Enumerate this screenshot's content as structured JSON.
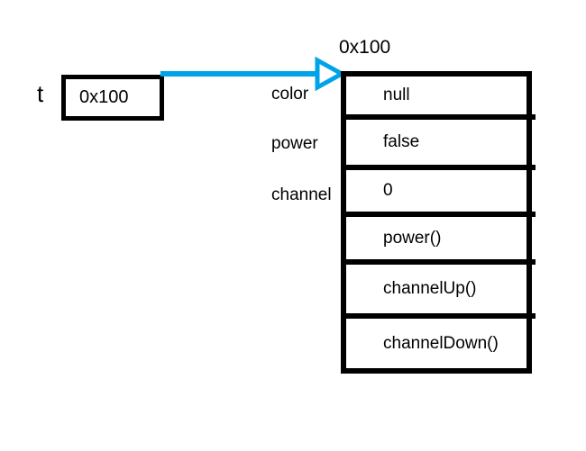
{
  "colors": {
    "ink": "#000000",
    "arrow": "#00A2E8",
    "background": "#ffffff"
  },
  "variable": {
    "name": "t",
    "value": "0x100"
  },
  "object": {
    "address_label": "0x100",
    "slots": [
      {
        "label": "color",
        "value": "null"
      },
      {
        "label": "power",
        "value": "false"
      },
      {
        "label": "channel",
        "value": "0"
      },
      {
        "label": "",
        "value": "power()"
      },
      {
        "label": "",
        "value": "channelUp()"
      },
      {
        "label": "",
        "value": "channelDown()"
      }
    ]
  }
}
